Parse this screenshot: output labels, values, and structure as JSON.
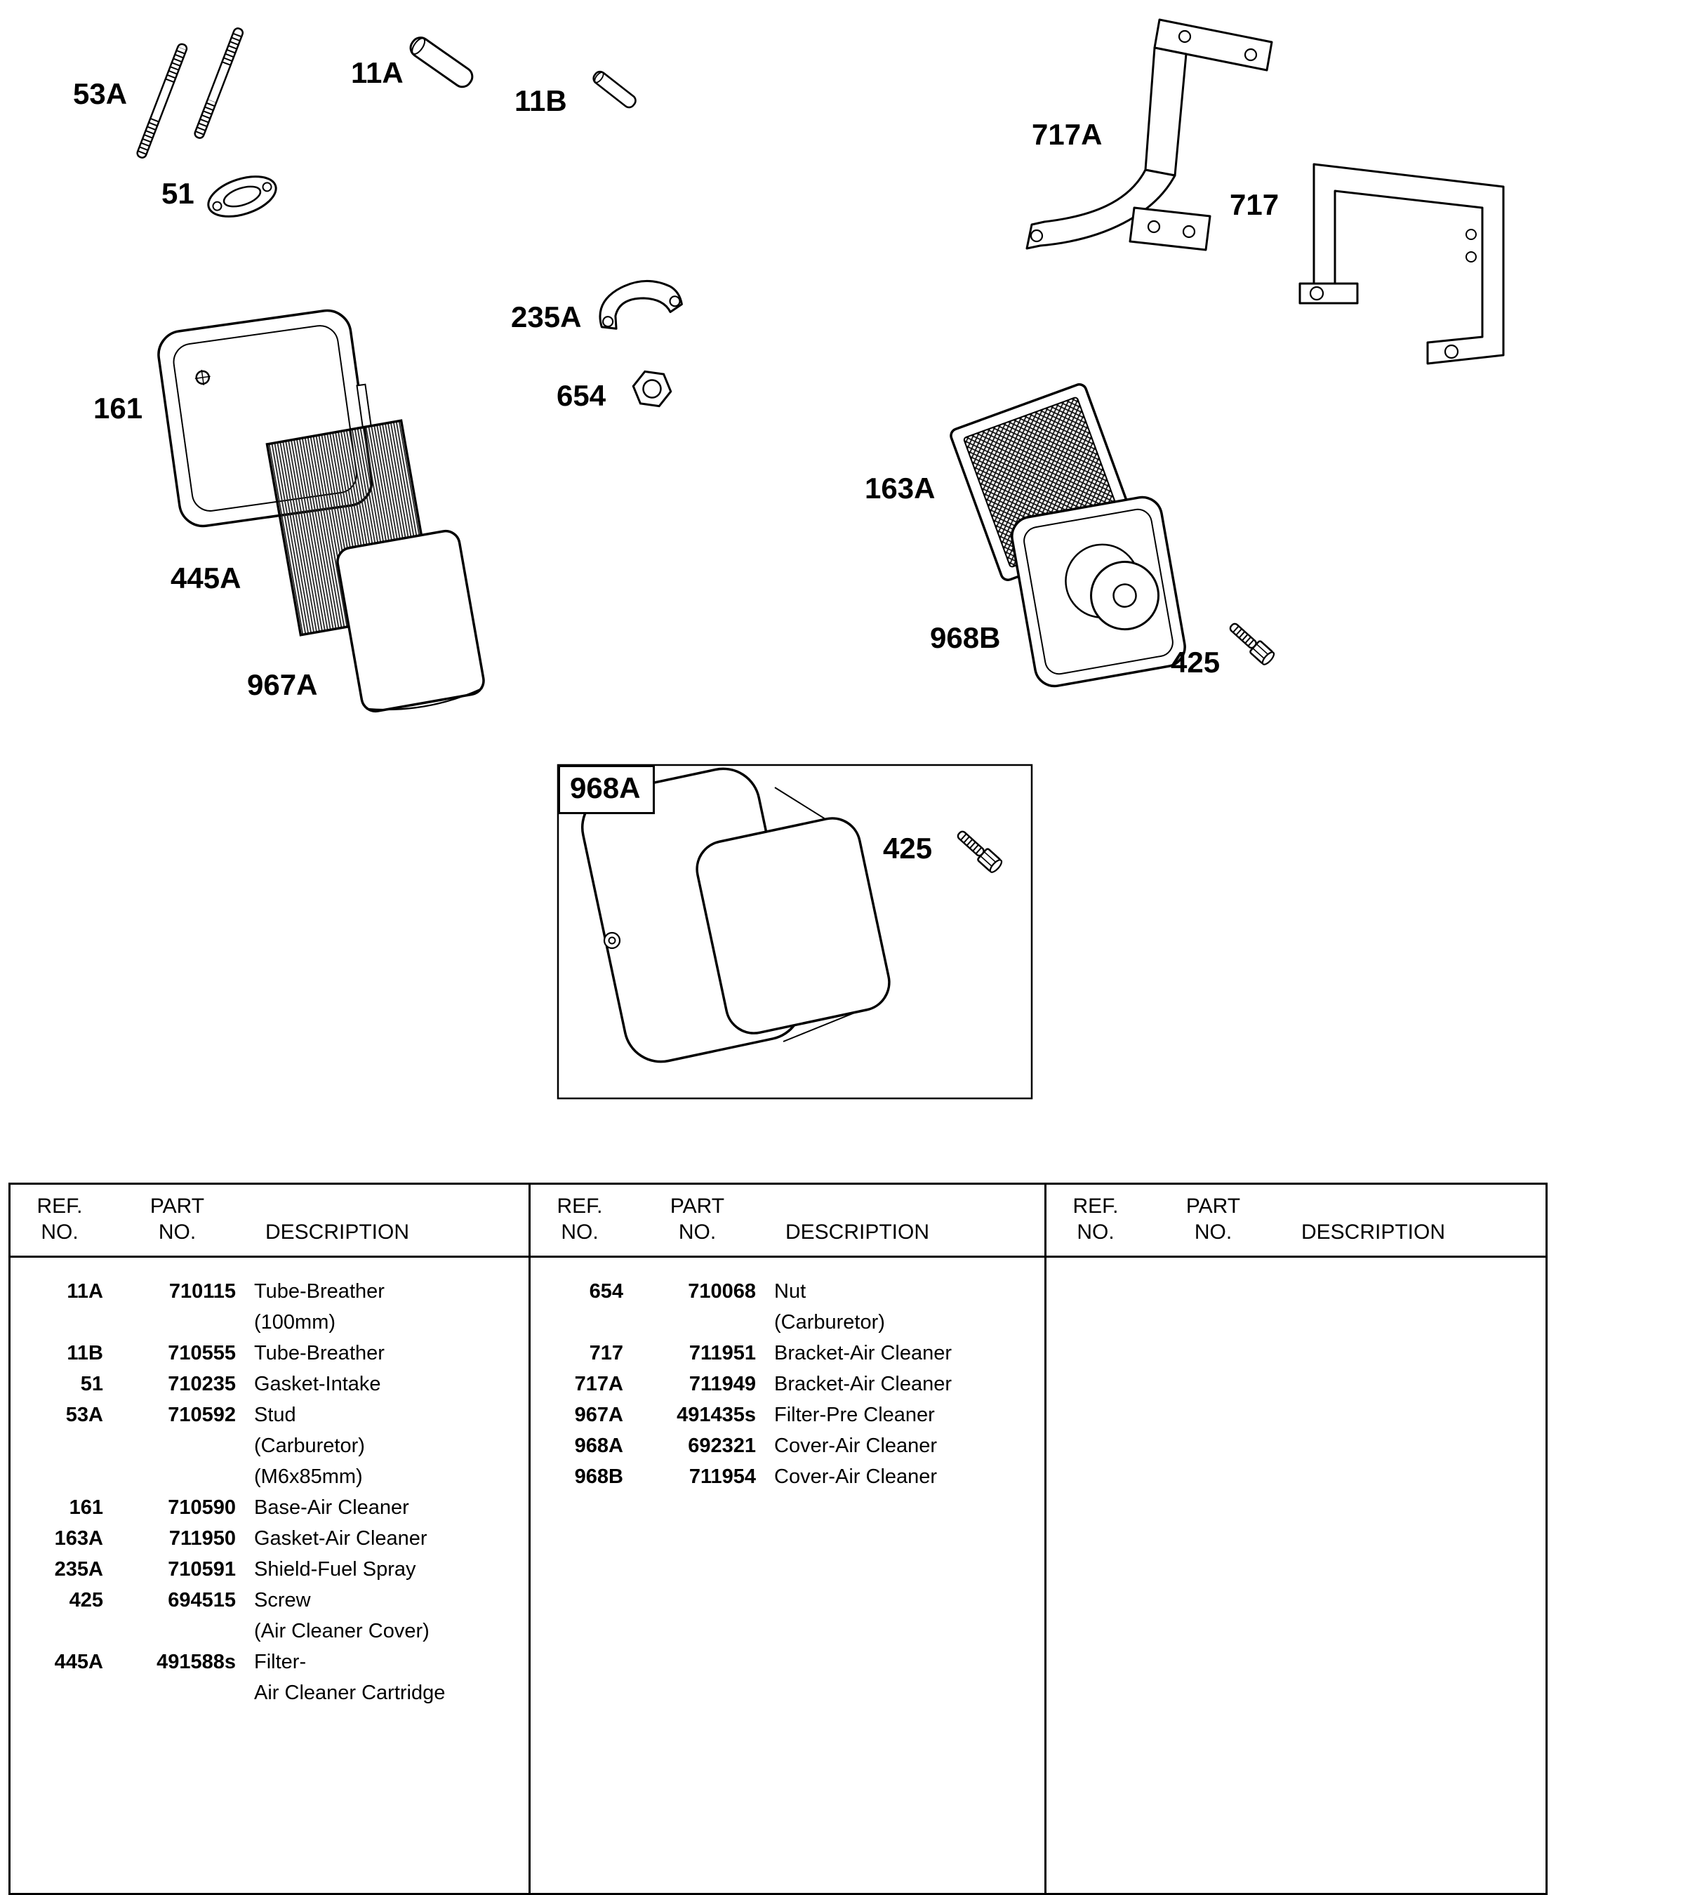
{
  "diagram": {
    "labels": {
      "53A": "53A",
      "11A": "11A",
      "11B": "11B",
      "51": "51",
      "161": "161",
      "445A": "445A",
      "967A": "967A",
      "235A": "235A",
      "654": "654",
      "717A": "717A",
      "717": "717",
      "163A": "163A",
      "968B": "968B",
      "425": "425",
      "968A": "968A"
    }
  },
  "table": {
    "headers": {
      "ref_line1": "REF.",
      "ref_line2": "NO.",
      "part_line1": "PART",
      "part_line2": "NO.",
      "description": "DESCRIPTION"
    },
    "columns": [
      {
        "rows": [
          {
            "ref": "11A",
            "part": "710115",
            "desc": "Tube-Breather"
          },
          {
            "ref": "",
            "part": "",
            "desc": "(100mm)"
          },
          {
            "ref": "11B",
            "part": "710555",
            "desc": "Tube-Breather"
          },
          {
            "ref": "51",
            "part": "710235",
            "desc": "Gasket-Intake"
          },
          {
            "ref": "53A",
            "part": "710592",
            "desc": "Stud"
          },
          {
            "ref": "",
            "part": "",
            "desc": "(Carburetor)"
          },
          {
            "ref": "",
            "part": "",
            "desc": "(M6x85mm)"
          },
          {
            "ref": "161",
            "part": "710590",
            "desc": "Base-Air Cleaner"
          },
          {
            "ref": "163A",
            "part": "711950",
            "desc": "Gasket-Air Cleaner"
          },
          {
            "ref": "235A",
            "part": "710591",
            "desc": "Shield-Fuel Spray"
          },
          {
            "ref": "425",
            "part": "694515",
            "desc": "Screw"
          },
          {
            "ref": "",
            "part": "",
            "desc": "(Air Cleaner Cover)"
          },
          {
            "ref": "445A",
            "part": "491588s",
            "desc": "Filter-"
          },
          {
            "ref": "",
            "part": "",
            "desc": "Air Cleaner Cartridge"
          }
        ]
      },
      {
        "rows": [
          {
            "ref": "654",
            "part": "710068",
            "desc": "Nut"
          },
          {
            "ref": "",
            "part": "",
            "desc": "(Carburetor)"
          },
          {
            "ref": "717",
            "part": "711951",
            "desc": "Bracket-Air Cleaner"
          },
          {
            "ref": "717A",
            "part": "711949",
            "desc": "Bracket-Air Cleaner"
          },
          {
            "ref": "967A",
            "part": "491435s",
            "desc": "Filter-Pre Cleaner"
          },
          {
            "ref": "968A",
            "part": "692321",
            "desc": "Cover-Air Cleaner"
          },
          {
            "ref": "968B",
            "part": "711954",
            "desc": "Cover-Air Cleaner"
          }
        ]
      },
      {
        "rows": []
      }
    ]
  }
}
